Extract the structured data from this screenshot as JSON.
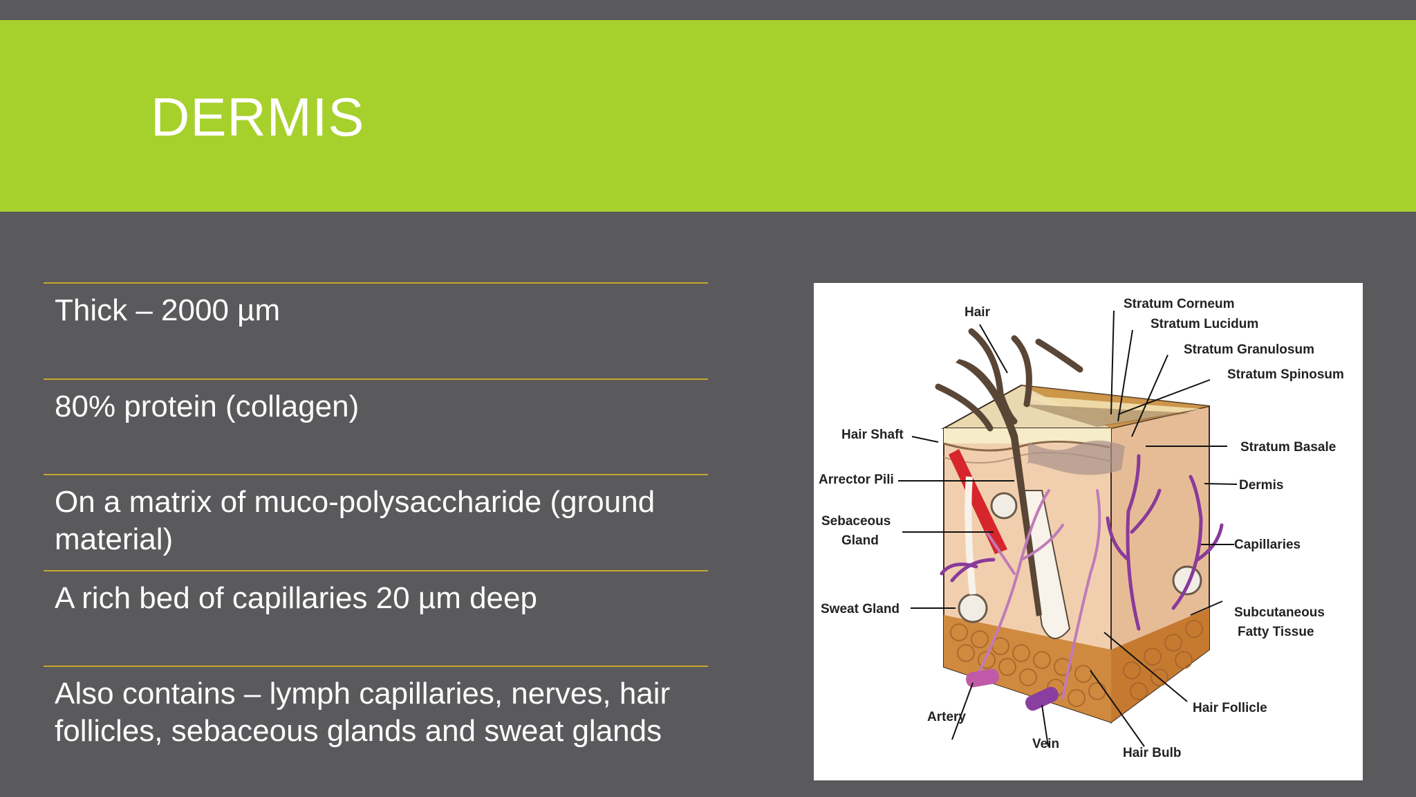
{
  "slide": {
    "title": "DERMIS",
    "colors": {
      "background": "#5a595c",
      "title_band": "#a6d12c",
      "divider": "#c8a72a",
      "text": "#ffffff"
    },
    "bullets": [
      "Thick – 2000 µm",
      "80% protein (collagen)",
      "On a matrix of muco-polysaccharide (ground material)",
      "A rich bed of capillaries 20 µm deep",
      "Also contains – lymph capillaries, nerves, hair follicles, sebaceous glands and sweat glands"
    ]
  },
  "diagram": {
    "labels": {
      "hair": "Hair",
      "stratum_corneum": "Stratum Corneum",
      "stratum_lucidum": "Stratum Lucidum",
      "stratum_granulosum": "Stratum Granulosum",
      "stratum_spinosum": "Stratum Spinosum",
      "stratum_basale": "Stratum Basale",
      "dermis": "Dermis",
      "capillaries": "Capillaries",
      "subcutaneous_1": "Subcutaneous",
      "subcutaneous_2": "Fatty Tissue",
      "hair_follicle": "Hair Follicle",
      "hair_bulb": "Hair Bulb",
      "vein": "Vein",
      "artery": "Artery",
      "sweat_gland": "Sweat Gland",
      "sebaceous_1": "Sebaceous",
      "sebaceous_2": "Gland",
      "arrector_pili": "Arrector Pili",
      "hair_shaft": "Hair Shaft"
    }
  }
}
